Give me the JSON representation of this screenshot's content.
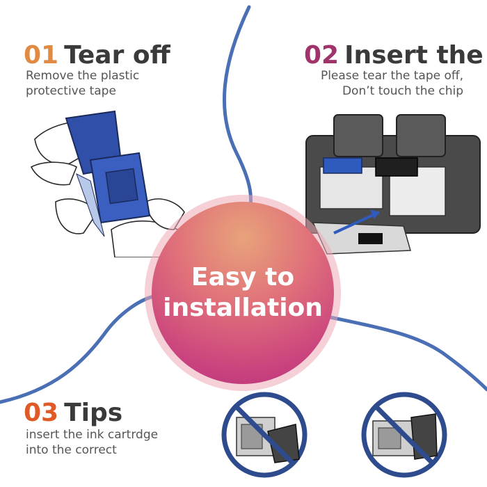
{
  "center": {
    "line1": "Easy to",
    "line2": "installation"
  },
  "steps": [
    {
      "num": "01",
      "title": "Tear off",
      "desc_line1": "Remove the plastic",
      "desc_line2": "protective tape",
      "num_color": "#e08a43"
    },
    {
      "num": "02",
      "title": "Insert the",
      "desc_line1": "Please tear the tape off,",
      "desc_line2": "Don’t touch the chip",
      "num_color": "#a0336a"
    },
    {
      "num": "03",
      "title": "Tips",
      "desc_line1": "insert the ink cartrdge",
      "desc_line2": "into the correct",
      "num_color": "#e05a28"
    }
  ],
  "colors": {
    "curve": "#4a6fb5",
    "cartridge_blue": "#2f4fa8",
    "no_sign": "#2e4b8e"
  },
  "icons": [
    "hand-icon",
    "cartridge-icon",
    "printer-carriage-icon",
    "arrow-icon",
    "prohibited-icon"
  ]
}
